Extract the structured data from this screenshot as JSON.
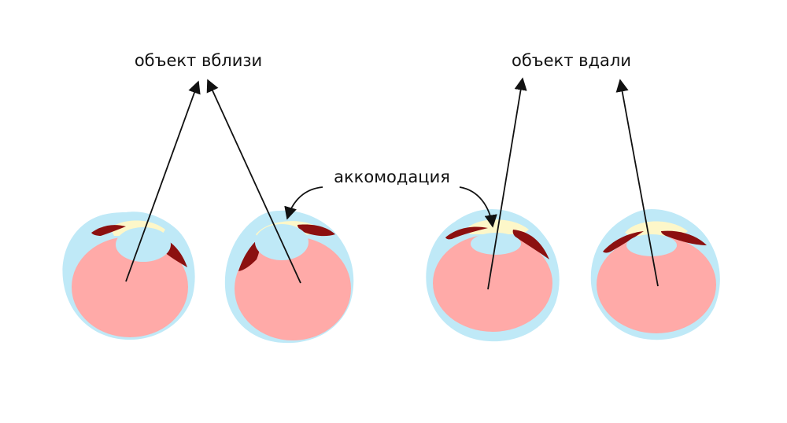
{
  "labels": {
    "near": "объект вблизи",
    "far": "объект вдали",
    "accommodation": "аккомодация"
  },
  "colors": {
    "sclera": "#bfe9f7",
    "globe": "#ffaaa8",
    "cornea_chamber": "#fdf7c9",
    "lens": "#bfe9f7",
    "ciliary_muscle": "#8c1010",
    "arrow": "#111111"
  }
}
